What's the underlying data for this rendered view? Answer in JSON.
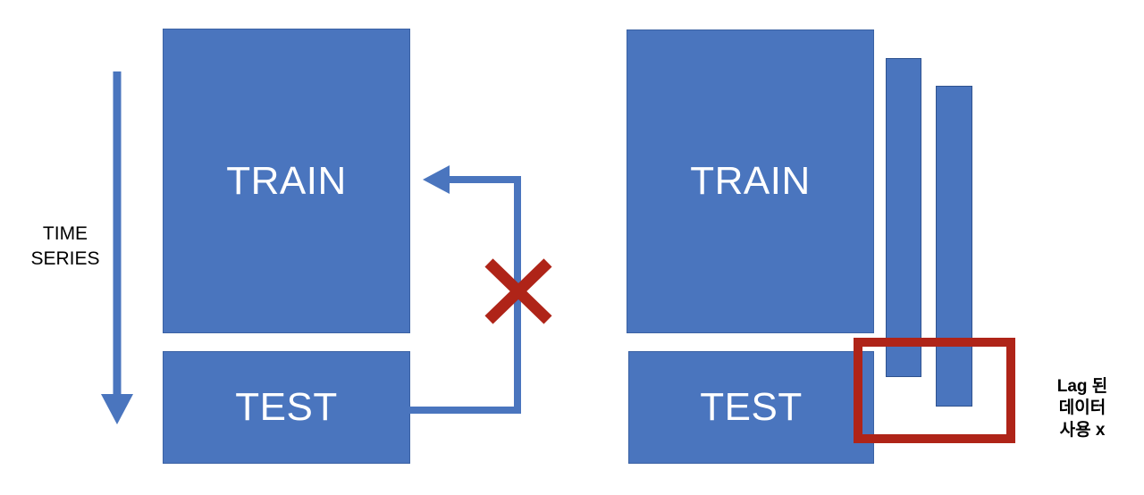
{
  "diagram": {
    "title": "Time series train/test split - lagged data leakage",
    "colors": {
      "block_fill": "#4A75BE",
      "block_border": "#3B62A4",
      "bar_border": "#2F528F",
      "arrow": "#4A75BE",
      "forbidden": "#AF2418",
      "label_text": "#FFFFFF",
      "caption_text": "#000000",
      "background": "#FFFFFF"
    },
    "axis": {
      "name": "time-series-axis",
      "line1": "TIME",
      "line2": "SERIES",
      "direction": "down"
    },
    "left_panel": {
      "name": "left-panel",
      "train_label": "TRAIN",
      "test_label": "TEST",
      "feedback_loop": {
        "name": "test-to-train-feedback-arrow",
        "description": "arrow from TEST back up into TRAIN",
        "forbidden_marker": "X"
      }
    },
    "right_panel": {
      "name": "right-panel",
      "train_label": "TRAIN",
      "test_label": "TEST",
      "lag_bars": [
        {
          "name": "lag-bar-1",
          "label": ""
        },
        {
          "name": "lag-bar-2",
          "label": ""
        }
      ],
      "highlight_box": {
        "name": "lagged-data-highlight",
        "caption_lines": [
          "Lag 된",
          "데이터",
          "사용 x"
        ]
      }
    }
  }
}
